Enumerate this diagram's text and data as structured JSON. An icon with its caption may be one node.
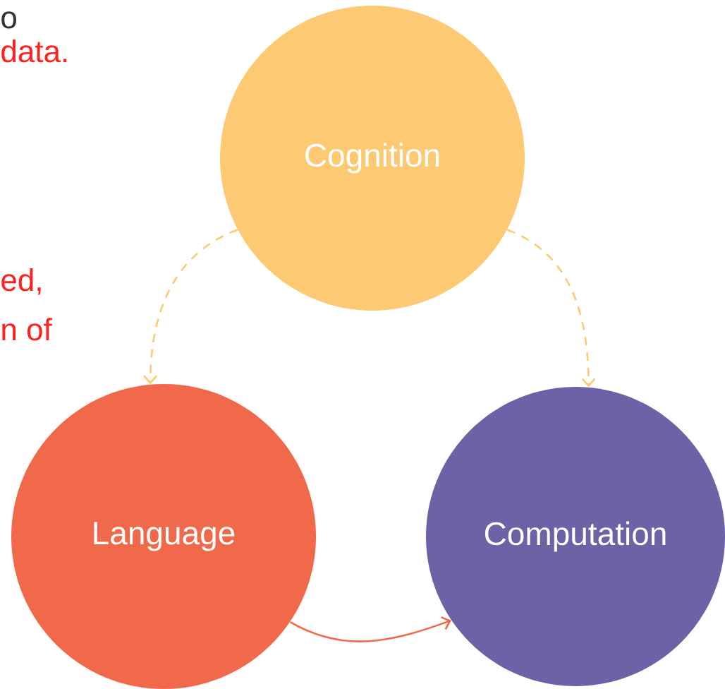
{
  "diagram": {
    "nodes": [
      {
        "text": [
          "Cognition"
        ]
      },
      {
        "text": [
          "Language"
        ]
      },
      {
        "text": [
          "Computation"
        ]
      }
    ],
    "edges": [
      {
        "from": 0,
        "to": 1,
        "arrow": "to",
        "style": "dashed"
      },
      {
        "from": 0,
        "to": 2,
        "arrow": "to",
        "style": "dashed"
      },
      {
        "from": 1,
        "to": 2,
        "arrow": "to",
        "color": "#f0694a"
      }
    ],
    "labels": [
      "o",
      "data.",
      "ed,",
      "n of"
    ]
  }
}
